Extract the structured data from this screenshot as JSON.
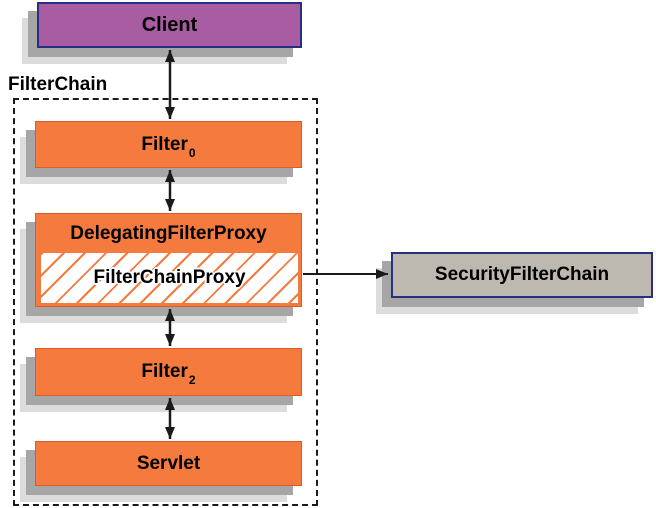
{
  "diagram": {
    "chain_label": "FilterChain",
    "nodes": {
      "client": {
        "label": "Client"
      },
      "filter0": {
        "label": "Filter",
        "subscript": "0"
      },
      "delegating_filter_proxy": {
        "label": "DelegatingFilterProxy"
      },
      "filter_chain_proxy": {
        "label": "FilterChainProxy"
      },
      "filter2": {
        "label": "Filter",
        "subscript": "2"
      },
      "servlet": {
        "label": "Servlet"
      },
      "security_filter_chain": {
        "label": "SecurityFilterChain"
      }
    },
    "edges": [
      {
        "from": "client",
        "to": "filter0",
        "bidirectional": true
      },
      {
        "from": "filter0",
        "to": "delegating_filter_proxy",
        "bidirectional": true
      },
      {
        "from": "delegating_filter_proxy",
        "to": "filter2",
        "bidirectional": true
      },
      {
        "from": "filter2",
        "to": "servlet",
        "bidirectional": true
      },
      {
        "from": "filter_chain_proxy",
        "to": "security_filter_chain",
        "bidirectional": false
      }
    ],
    "colors": {
      "orange": "#f47a3e",
      "purple": "#a85ca2",
      "gray_box": "#beb9b0",
      "navy_border": "#262f80",
      "shadow_dark": "#a6a6a6",
      "shadow_light": "#dcdcdc",
      "arrow": "#1a1a1a"
    }
  }
}
